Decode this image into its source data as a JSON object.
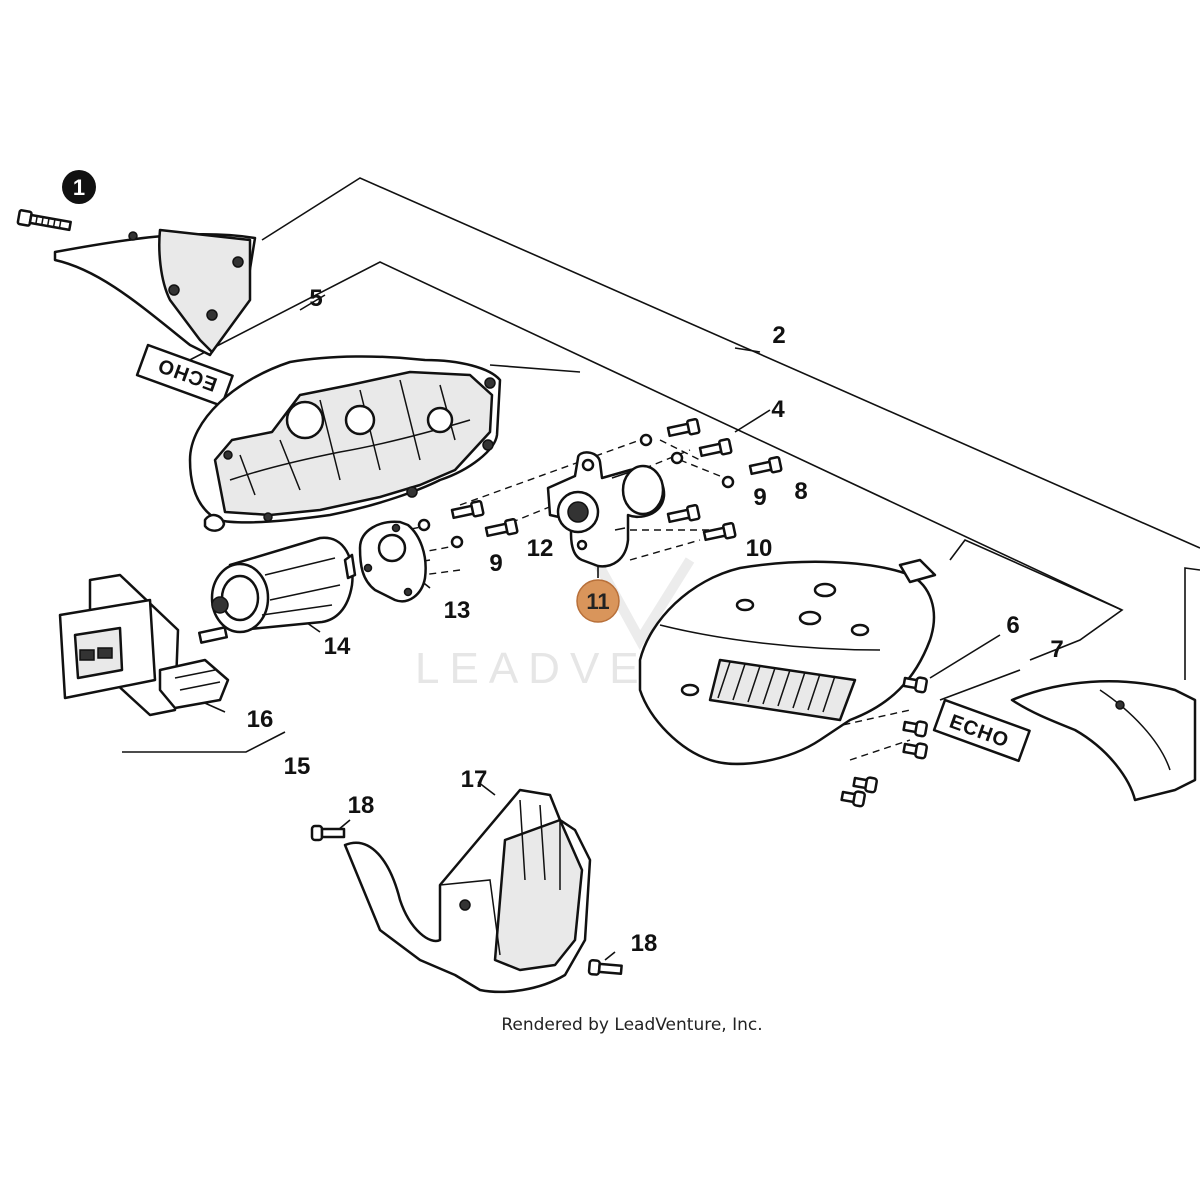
{
  "watermark": "LEADVENTURE",
  "credit": "Rendered by LeadVenture, Inc.",
  "decal_text": "ECHO",
  "highlight_color": "#d9955b",
  "callouts": {
    "c1": "1",
    "c2": "2",
    "c4": "4",
    "c5": "5",
    "c6": "6",
    "c7": "7",
    "c8": "8",
    "c9a": "9",
    "c9b": "9",
    "c10": "10",
    "c11": "11",
    "c12": "12",
    "c13": "13",
    "c14": "14",
    "c15": "15",
    "c16": "16",
    "c17": "17",
    "c18a": "18",
    "c18b": "18"
  }
}
